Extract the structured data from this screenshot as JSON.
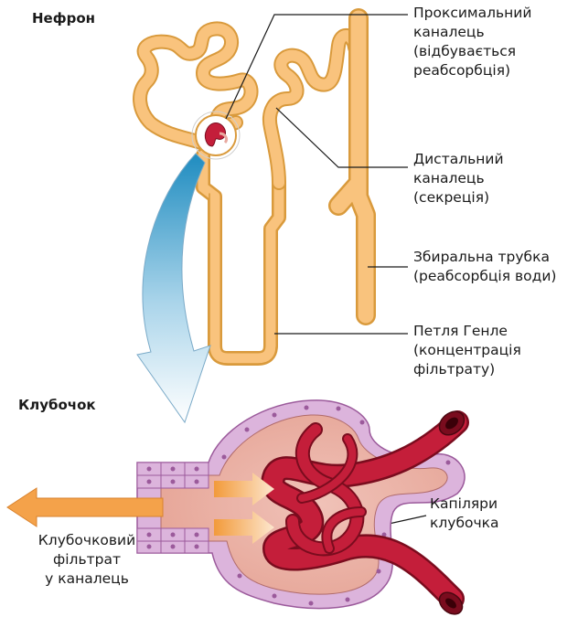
{
  "titles": {
    "nephron": "Нефрон",
    "glomerulus": "Клубочок"
  },
  "labels": {
    "proximal": "Проксимальний\nканалець\n(відбувається\nреабсорбція)",
    "distal": "Дистальний\nканалець\n(секреція)",
    "collecting": "Збиральна трубка\n(реабсорбція води)",
    "henle": "Петля Генле\n(концентрація\nфільтрату)",
    "capillaries": "Капіляри\nклубочка",
    "filtrate": "Клубочковий\nфільтрат\nу каналець"
  },
  "colors": {
    "tubule": "#f9c37d",
    "tubule_edge": "#d99a3c",
    "vessel": "#c41e3a",
    "vessel_dark": "#7a0c1e",
    "capsule_fill": "#e8a9a0",
    "capsule_cells": "#dcb4dc",
    "arrow_orange": "#f4a24a",
    "arrow_blue": "#2a8fc0"
  }
}
